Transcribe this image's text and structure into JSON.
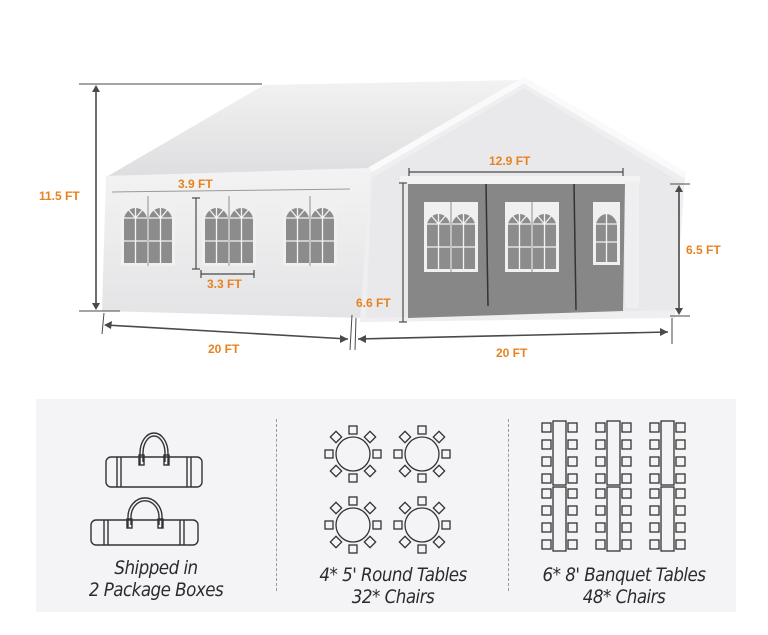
{
  "dimensions": {
    "total_height": "11.5 FT",
    "window_width": "3.9 FT",
    "window_height": "3.3 FT",
    "side_wall_height": "6.6 FT",
    "door_width": "12.9 FT",
    "eave_height": "6.5 FT",
    "side_length": "20 FT",
    "front_width": "20 FT"
  },
  "features": [
    {
      "line1": "Shipped in",
      "line2": "2 Package Boxes"
    },
    {
      "line1": "4* 5' Round Tables",
      "line2": "32* Chairs"
    },
    {
      "line1": "6* 8' Banquet Tables",
      "line2": "48* Chairs"
    }
  ],
  "colors": {
    "accent": "#e8821f",
    "tent": "#ececee",
    "wall_panel": "#8a8a8a",
    "panel_bg": "#f4f4f6",
    "line": "#4a4a4a"
  }
}
